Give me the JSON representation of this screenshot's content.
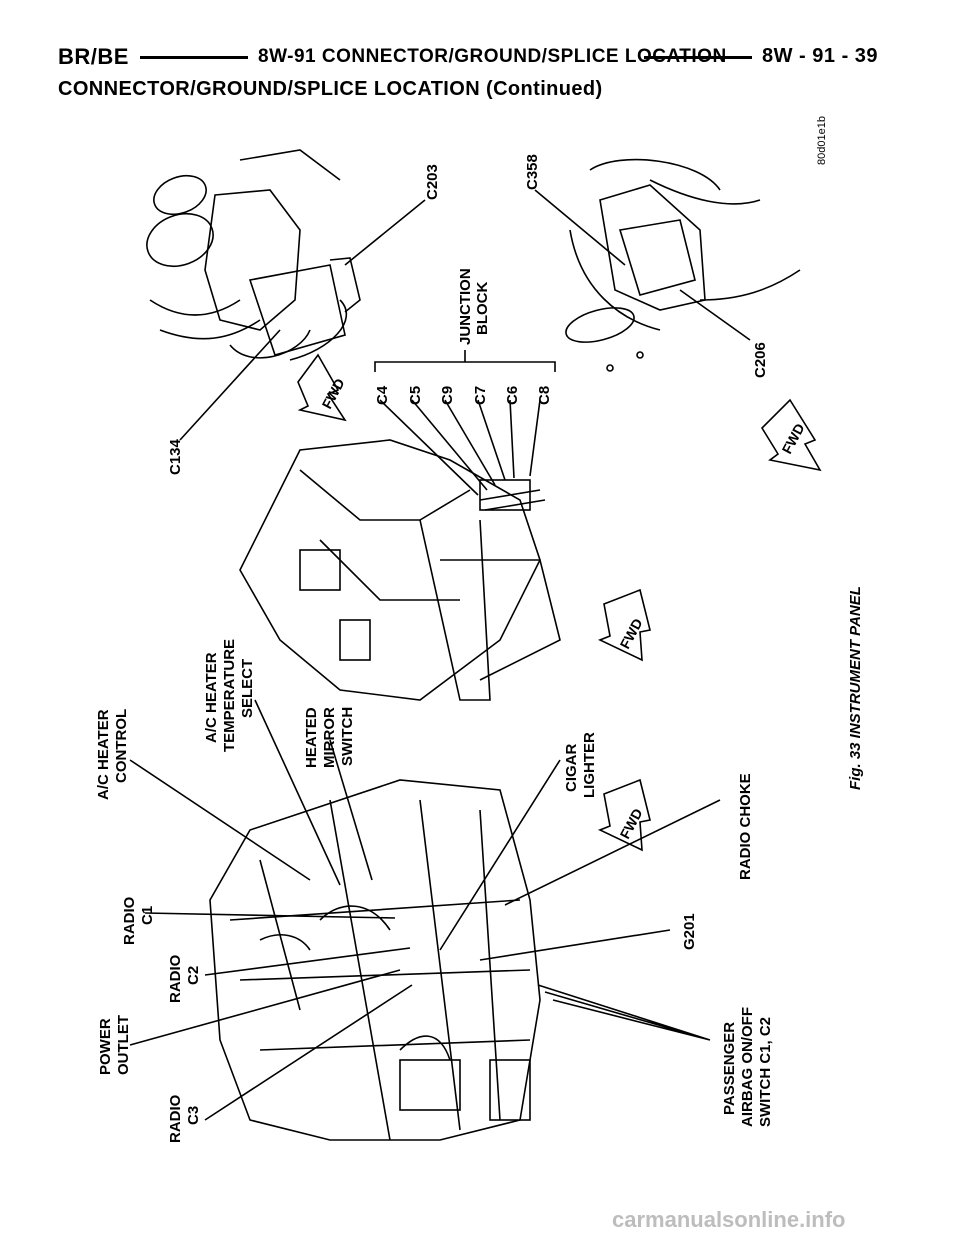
{
  "header": {
    "left": "BR/BE",
    "center": "8W-91 CONNECTOR/GROUND/SPLICE LOCATION",
    "right": "8W - 91 - 39"
  },
  "subtitle": "CONNECTOR/GROUND/SPLICE LOCATION (Continued)",
  "figure": {
    "caption": "Fig. 33 INSTRUMENT PANEL",
    "ref_code": "80d01e1b",
    "fwd": "FWD",
    "labels": {
      "c134": "C134",
      "c203": "C203",
      "c358": "C358",
      "c206": "C206",
      "junction_block_1": "JUNCTION",
      "junction_block_2": "BLOCK",
      "c4": "C4",
      "c5": "C5",
      "c9": "C9",
      "c7": "C7",
      "c6": "C6",
      "c8": "C8",
      "ac_heater_control_1": "A/C HEATER",
      "ac_heater_control_2": "CONTROL",
      "ac_temp_1": "A/C HEATER",
      "ac_temp_2": "TEMPERATURE",
      "ac_temp_3": "SELECT",
      "heated_mirror_1": "HEATED",
      "heated_mirror_2": "MIRROR",
      "heated_mirror_3": "SWITCH",
      "cigar_1": "CIGAR",
      "cigar_2": "LIGHTER",
      "radio_choke": "RADIO CHOKE",
      "radio_c1_1": "RADIO",
      "radio_c1_2": "C1",
      "radio_c2_1": "RADIO",
      "radio_c2_2": "C2",
      "power_outlet_1": "POWER",
      "power_outlet_2": "OUTLET",
      "radio_c3_1": "RADIO",
      "radio_c3_2": "C3",
      "g201": "G201",
      "airbag_1": "PASSENGER",
      "airbag_2": "AIRBAG ON/OFF",
      "airbag_3": "SWITCH C1, C2"
    }
  },
  "watermark": "carmanualsonline.info"
}
